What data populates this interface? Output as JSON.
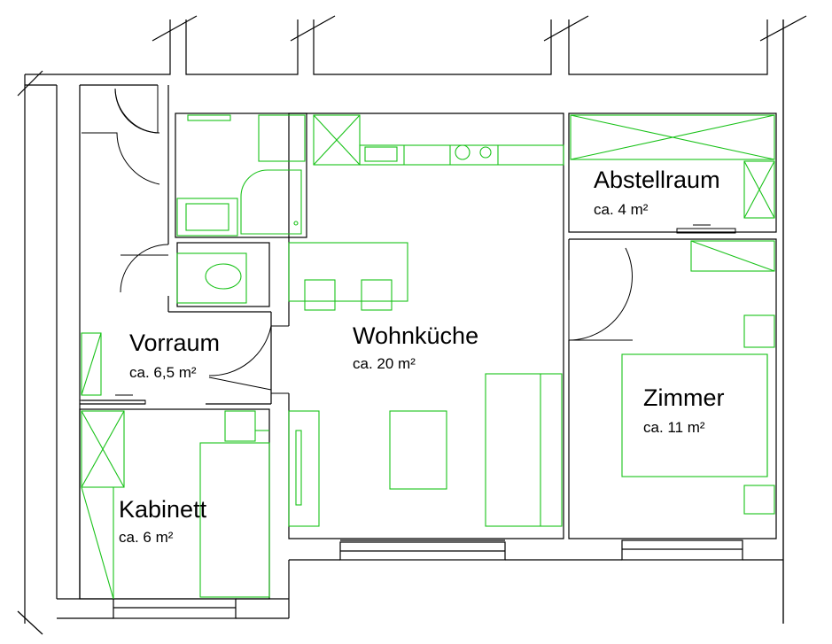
{
  "rooms": {
    "vorraum": {
      "name": "Vorraum",
      "area": "ca. 6,5 m²"
    },
    "wohnkueche": {
      "name": "Wohnküche",
      "area": "ca. 20 m²"
    },
    "abstellraum": {
      "name": "Abstellraum",
      "area": "ca. 4 m²"
    },
    "zimmer": {
      "name": "Zimmer",
      "area": "ca. 11 m²"
    },
    "kabinett": {
      "name": "Kabinett",
      "area": "ca. 6 m²"
    }
  },
  "colors": {
    "walls": "#000000",
    "furniture": "#19c219",
    "background": "#ffffff"
  }
}
